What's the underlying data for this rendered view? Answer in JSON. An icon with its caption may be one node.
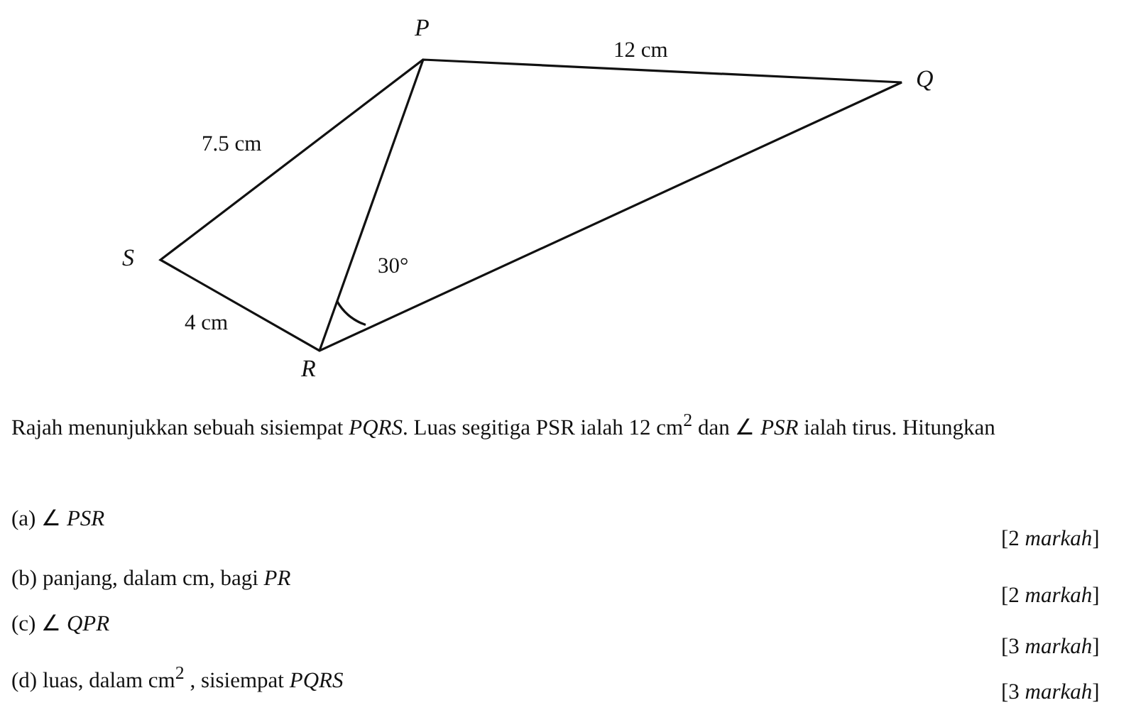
{
  "diagram": {
    "labels": [
      "P",
      "12 cm",
      "Q",
      "7.5 cm",
      "S",
      "30°",
      "4 cm",
      "R",
      "Rajah menunjukkan sebuah sisiempat *PQRS*. Luas segitiga PSR ialah 12 cm$^{2}$ dan ∠ *PSR* ialah tirus. Hitungkan",
      "(a) ∠ *PSR*",
      "[2 *markah*]",
      "(b) panjang, dalam cm, bagi *PR*",
      "[2 *markah*]",
      "(c) ∠ *QPR*",
      "[3 *markah*]",
      "(d) luas, dalam cm$^{2}$ , sisiempat *PQRS*",
      "[3 *markah*]"
    ]
  }
}
